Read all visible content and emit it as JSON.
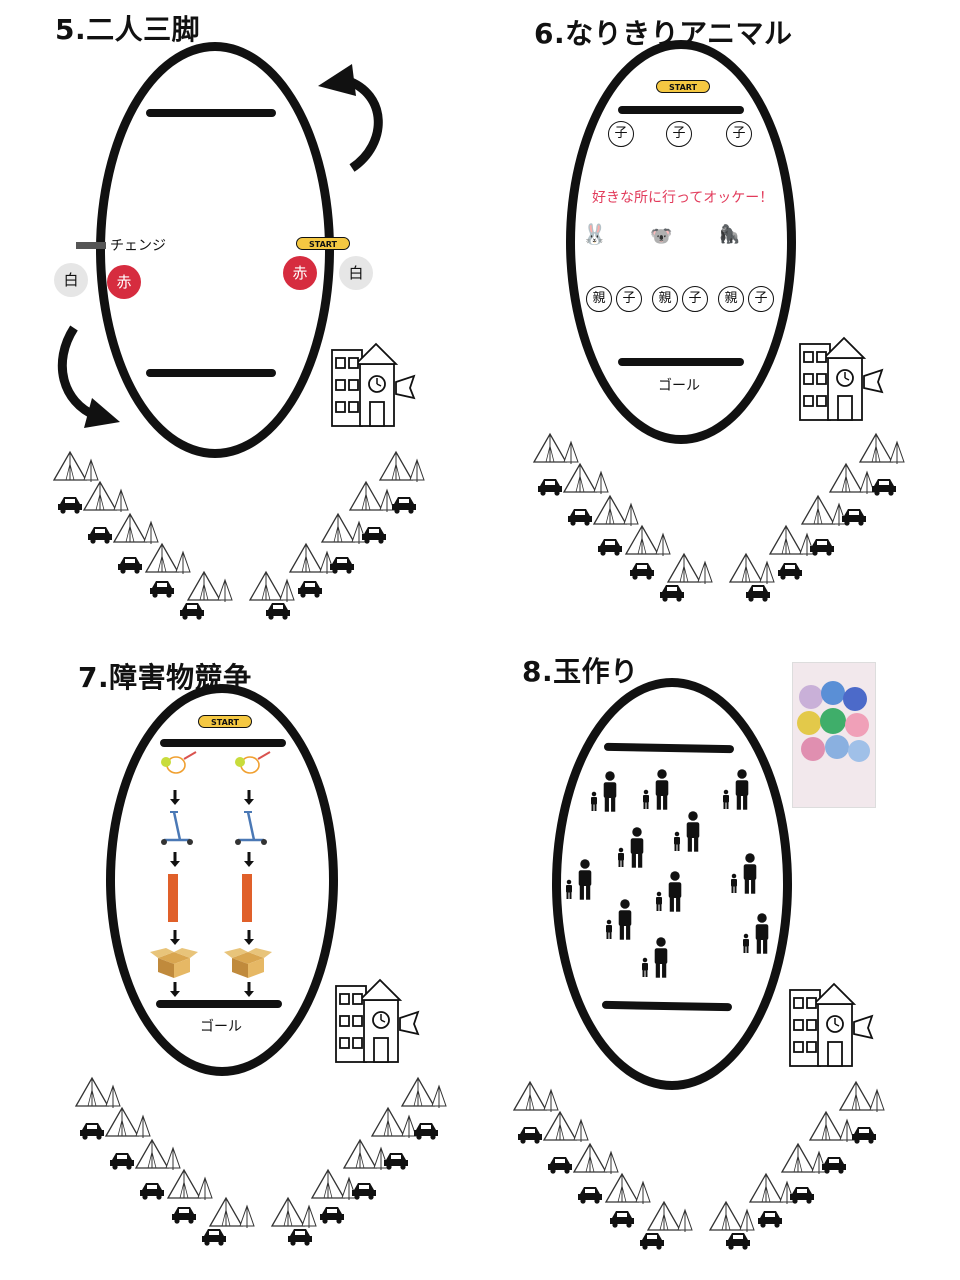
{
  "panels": [
    {
      "title": "5.二人三脚",
      "change_label": "チェンジ",
      "start_label": "START",
      "left_pair": [
        "白",
        "赤"
      ],
      "right_pair": [
        "赤",
        "白"
      ]
    },
    {
      "title": "6.なりきりアニマル",
      "start_label": "START",
      "kid_label": "子",
      "parent_label": "親",
      "instruction": "好きな所に行ってオッケー！",
      "animals": [
        "🐰",
        "🐨",
        "🦍"
      ],
      "goal_label": "ゴール"
    },
    {
      "title": "7.障害物競争",
      "start_label": "START",
      "goal_label": "ゴール"
    },
    {
      "title": "8.玉作り"
    }
  ],
  "colors": {
    "red_team": "#d62c3f",
    "white_team": "#e6e6e6",
    "start_badge": "#f5c842",
    "instruction_text": "#e23b5b"
  },
  "icons": [
    "school-building-icon",
    "tent-icon",
    "car-icon",
    "curved-arrow-icon",
    "down-arrow-icon",
    "mystery-box-icon",
    "badminton-racket-icon",
    "kick-scooter-icon",
    "cardboard-box-icon",
    "parent-child-icon"
  ]
}
